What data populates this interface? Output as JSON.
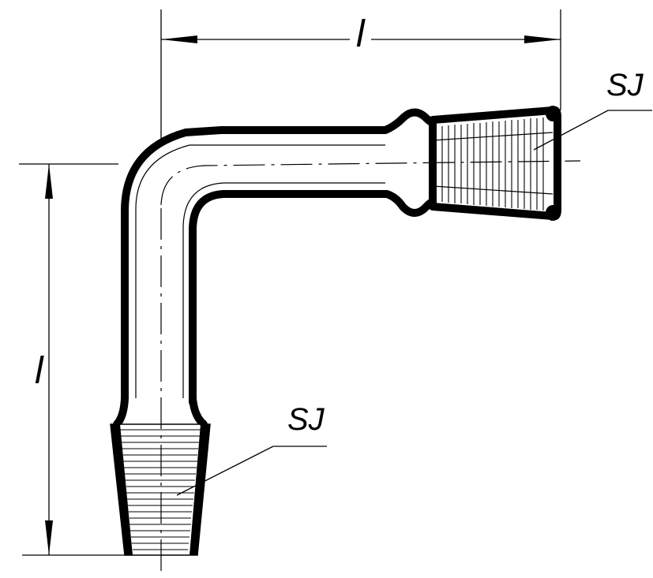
{
  "labels": {
    "horizontal_length": "l",
    "vertical_length": "l",
    "joint_right": "SJ",
    "joint_bottom": "SJ"
  },
  "colors": {
    "line": "#000000",
    "background": "#ffffff"
  }
}
